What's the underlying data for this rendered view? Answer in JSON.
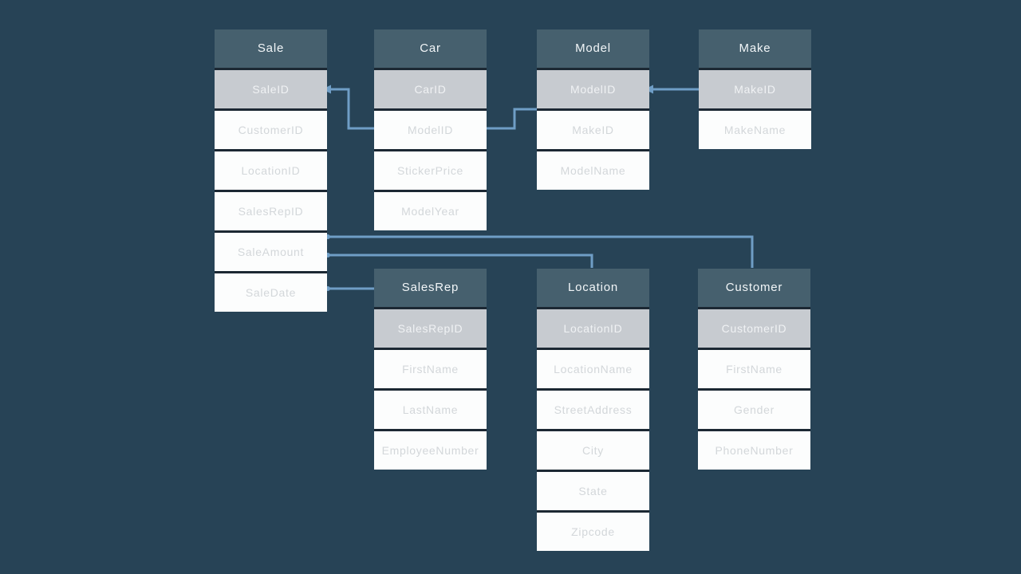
{
  "diagram": {
    "type": "entity-relationship-diagram",
    "colors": {
      "background": "#274356",
      "separator": "#1c2833",
      "header_bg": "#46606e",
      "header_text": "#f2f6f8",
      "key_row_bg": "#c7cbd0",
      "key_row_text": "#f0f2f4",
      "row_bg": "#fcfdfd",
      "row_text": "#d3d7da",
      "connector": "#6f9ec6"
    },
    "tables": [
      {
        "id": "sale",
        "title": "Sale",
        "key_field": "SaleID",
        "fields": [
          "SaleID",
          "CustomerID",
          "LocationID",
          "SalesRepID",
          "SaleAmount",
          "SaleDate"
        ]
      },
      {
        "id": "car",
        "title": "Car",
        "key_field": "CarID",
        "fields": [
          "CarID",
          "ModelID",
          "StickerPrice",
          "ModelYear"
        ]
      },
      {
        "id": "model",
        "title": "Model",
        "key_field": "ModelID",
        "fields": [
          "ModelID",
          "MakeID",
          "ModelName"
        ]
      },
      {
        "id": "make",
        "title": "Make",
        "key_field": "MakeID",
        "fields": [
          "MakeID",
          "MakeName"
        ]
      },
      {
        "id": "salesrep",
        "title": "SalesRep",
        "key_field": "SalesRepID",
        "fields": [
          "SalesRepID",
          "FirstName",
          "LastName",
          "EmployeeNumber"
        ]
      },
      {
        "id": "location",
        "title": "Location",
        "key_field": "LocationID",
        "fields": [
          "LocationID",
          "LocationName",
          "StreetAddress",
          "City",
          "State",
          "Zipcode"
        ]
      },
      {
        "id": "customer",
        "title": "Customer",
        "key_field": "CustomerID",
        "fields": [
          "CustomerID",
          "FirstName",
          "Gender",
          "PhoneNumber"
        ]
      }
    ],
    "relationships": [
      {
        "from": "Sale.SaleID",
        "to": "Car.ModelID"
      },
      {
        "from": "Car.ModelID",
        "to": "Model.ModelID"
      },
      {
        "from": "Model.ModelID",
        "to": "Make.MakeID"
      },
      {
        "from": "Sale",
        "to": "Customer"
      },
      {
        "from": "Sale",
        "to": "Location"
      },
      {
        "from": "Sale.SaleDate",
        "to": "SalesRep"
      }
    ]
  }
}
